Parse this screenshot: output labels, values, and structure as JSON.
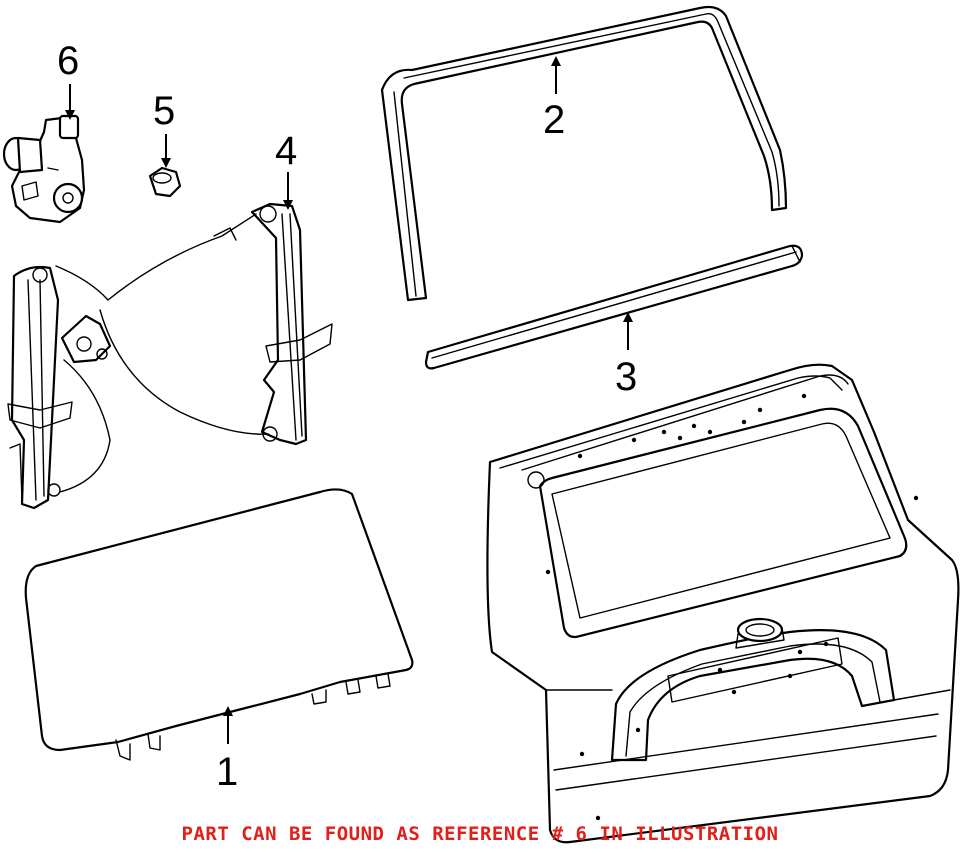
{
  "callouts": [
    {
      "id": "1",
      "label": "1"
    },
    {
      "id": "2",
      "label": "2"
    },
    {
      "id": "3",
      "label": "3"
    },
    {
      "id": "4",
      "label": "4"
    },
    {
      "id": "5",
      "label": "5"
    },
    {
      "id": "6",
      "label": "6"
    }
  ],
  "footer": {
    "note": "PART CAN BE FOUND AS REFERENCE # 6 IN ILLUSTRATION"
  },
  "colors": {
    "line": "#000000",
    "note": "#e0201b",
    "background": "#ffffff"
  }
}
